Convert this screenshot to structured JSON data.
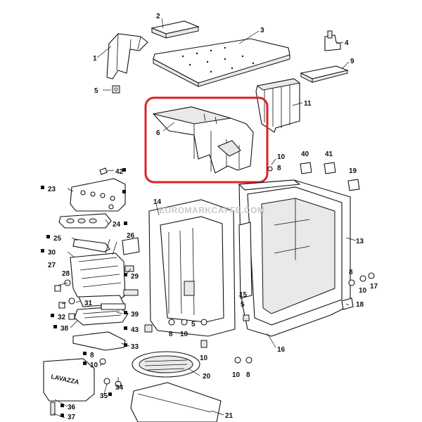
{
  "watermark": "EUROMARKCAFFE.COM",
  "highlight_color": "#e0202a",
  "callouts": {
    "c1": "1",
    "c2": "2",
    "c3": "3",
    "c4": "4",
    "c5a": "5",
    "c6": "6",
    "c9": "9",
    "c11": "11",
    "c10a": "10",
    "c8a": "8",
    "c40": "40",
    "c41": "41",
    "c19": "19",
    "c42": "42",
    "c23": "23",
    "c14": "14",
    "c24": "24",
    "c25": "25",
    "c26": "26",
    "c30": "30",
    "c27": "27",
    "c28": "28",
    "c29": "29",
    "c31": "31",
    "c32": "32",
    "c38": "38",
    "c39": "39",
    "c33": "33",
    "c43": "43",
    "c8b": "8",
    "c10b": "10",
    "c5b": "5",
    "c15": "15",
    "c5c": "5",
    "c13": "13",
    "c8c": "8",
    "c10c": "10",
    "c17": "17",
    "c18": "18",
    "c16": "16",
    "c10d": "10",
    "c10e": "10",
    "c8d": "8",
    "c20": "20",
    "c8e": "8",
    "c10f": "10",
    "c34": "34",
    "c35": "35",
    "c36": "36",
    "c37": "37",
    "c21": "21"
  },
  "logo_text": "LAVAZZA"
}
